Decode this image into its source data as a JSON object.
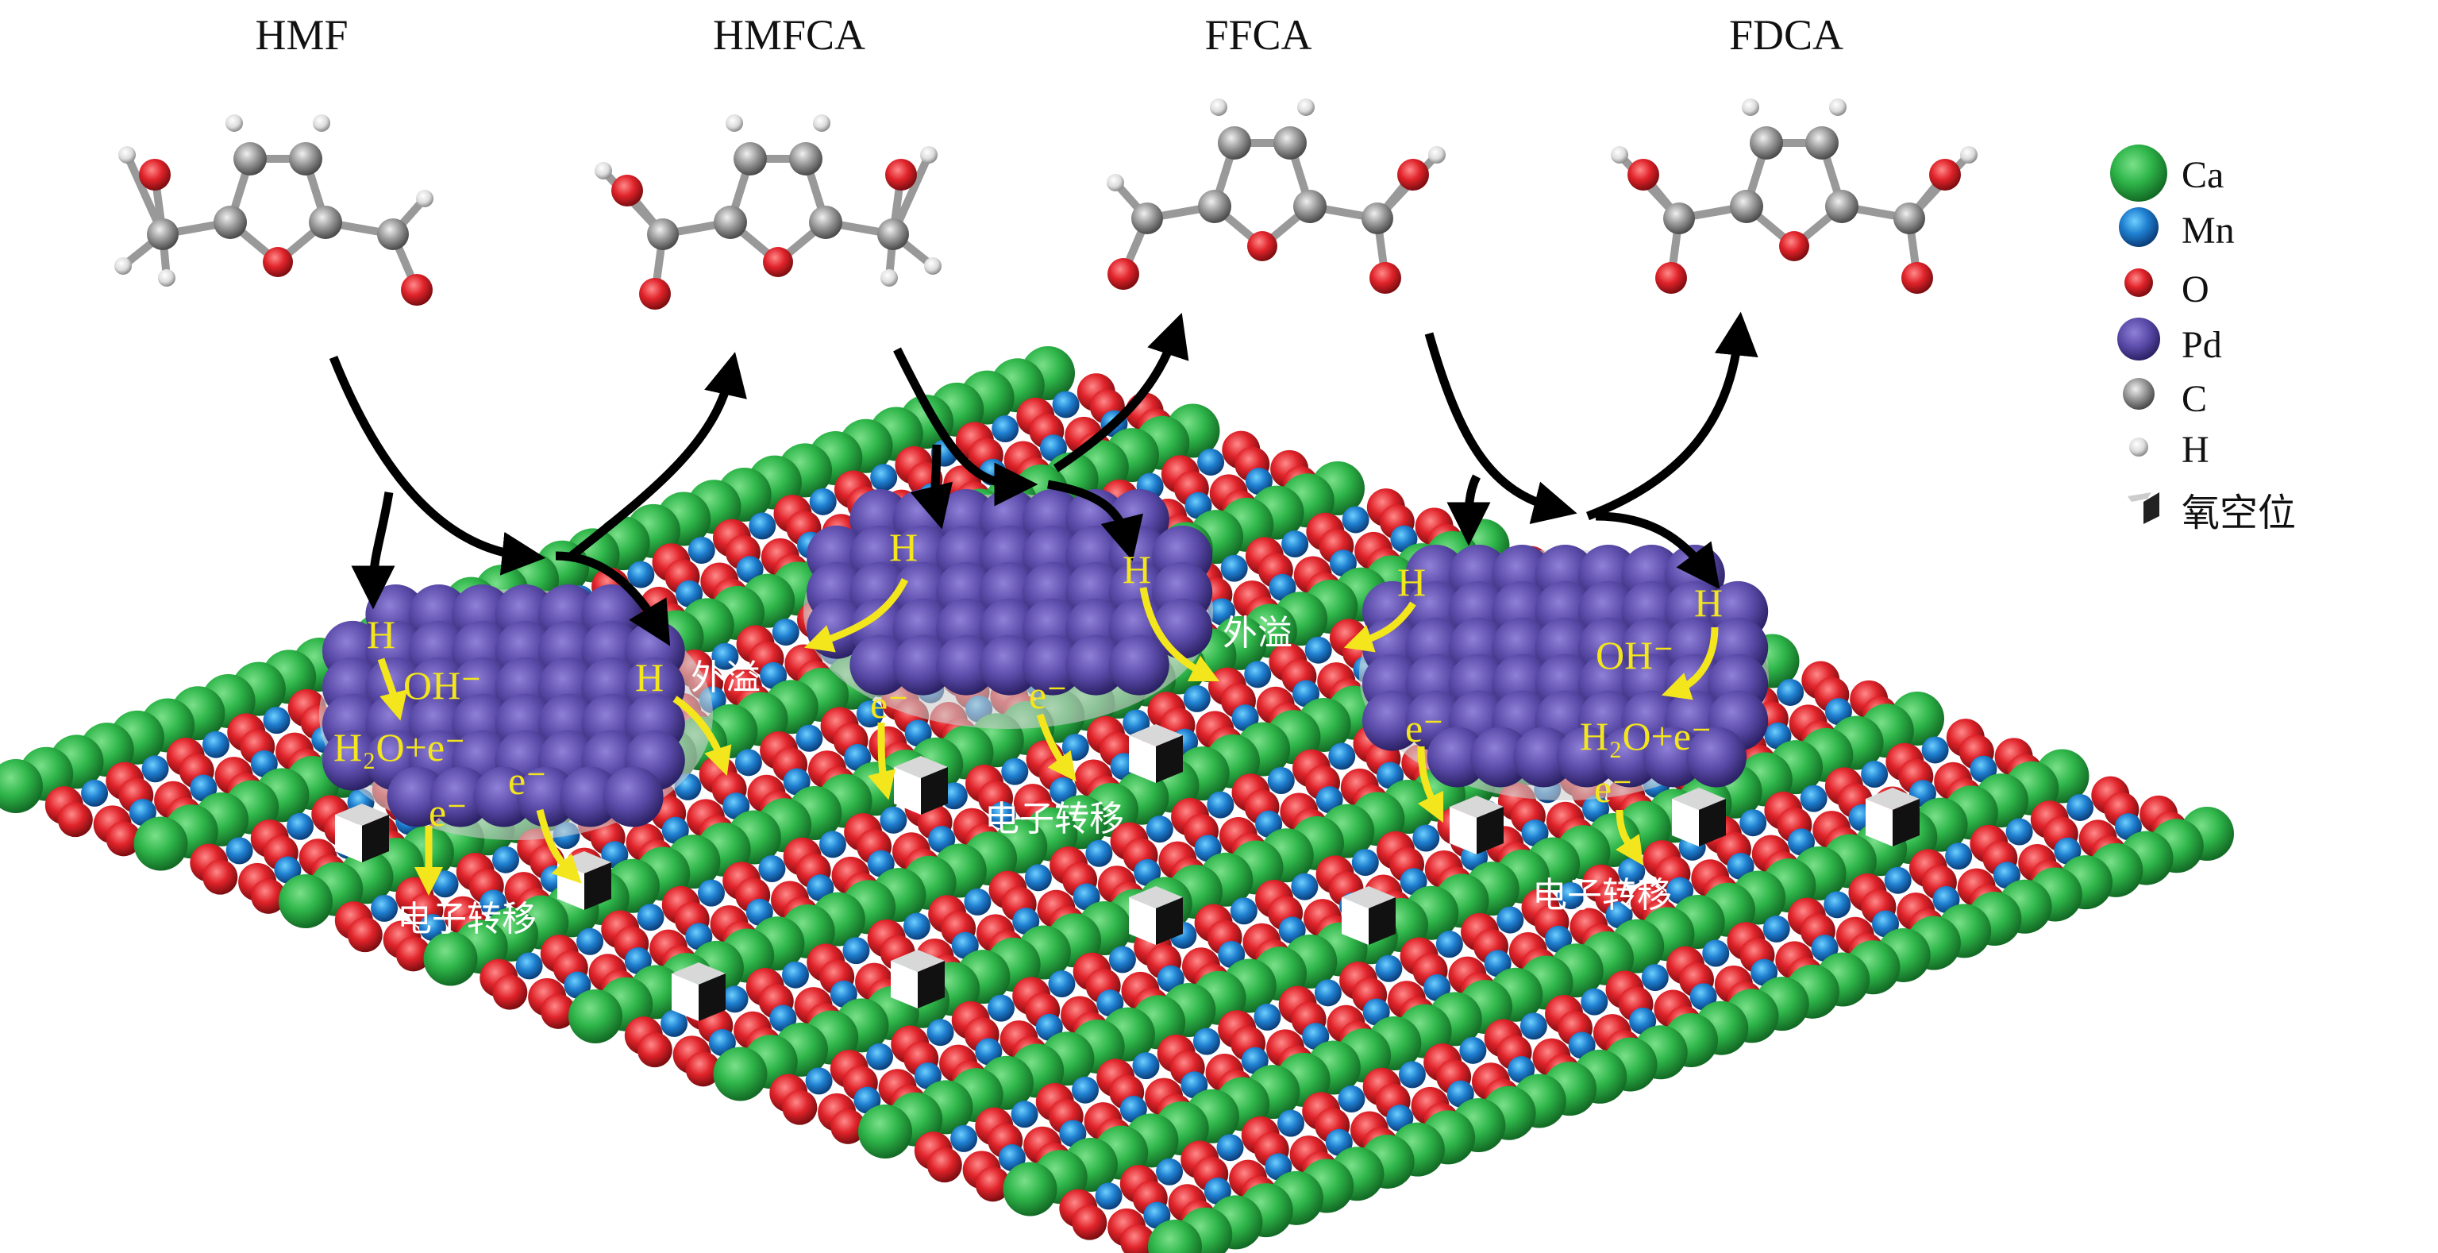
{
  "molecules": [
    {
      "id": "hmf",
      "label": "HMF"
    },
    {
      "id": "hmfca",
      "label": "HMFCA"
    },
    {
      "id": "ffca",
      "label": "FFCA"
    },
    {
      "id": "fdca",
      "label": "FDCA"
    }
  ],
  "legend": [
    {
      "label": "Ca",
      "color": "#2fb64a"
    },
    {
      "label": "Mn",
      "color": "#1f7fd0"
    },
    {
      "label": "O",
      "color": "#e0232a"
    },
    {
      "label": "Pd",
      "color": "#5a4aa8"
    },
    {
      "label": "C",
      "color": "#9a9a9a"
    },
    {
      "label": "H",
      "color": "#dcdcdc"
    },
    {
      "label": "氧空位",
      "color": "#222222"
    }
  ],
  "annotations": {
    "cluster1": {
      "h1": "H",
      "oh": "OH⁻",
      "h2o": "H₂O+e⁻",
      "e1": "e⁻",
      "e2": "e⁻",
      "transfer": "电子转移",
      "h2": "H",
      "spill": "外溢"
    },
    "cluster2": {
      "h1": "H",
      "h2": "H",
      "e1": "e⁻",
      "e2": "e⁻",
      "transfer": "电子转移",
      "spill": "外溢"
    },
    "cluster3": {
      "h1": "H",
      "h2": "H",
      "oh": "OH⁻",
      "e1": "e⁻",
      "h2o": "H₂O+e⁻",
      "e2": "e⁻",
      "transfer": "电子转移"
    }
  },
  "colors": {
    "ca": "#2fb64a",
    "mn": "#1f7fd0",
    "o": "#e0232a",
    "pd": "#5a4aa8",
    "c": "#9a9a9a",
    "h": "#e6e6e6",
    "arrow_yellow": "#f4e61c",
    "arrow_black": "#000000"
  }
}
